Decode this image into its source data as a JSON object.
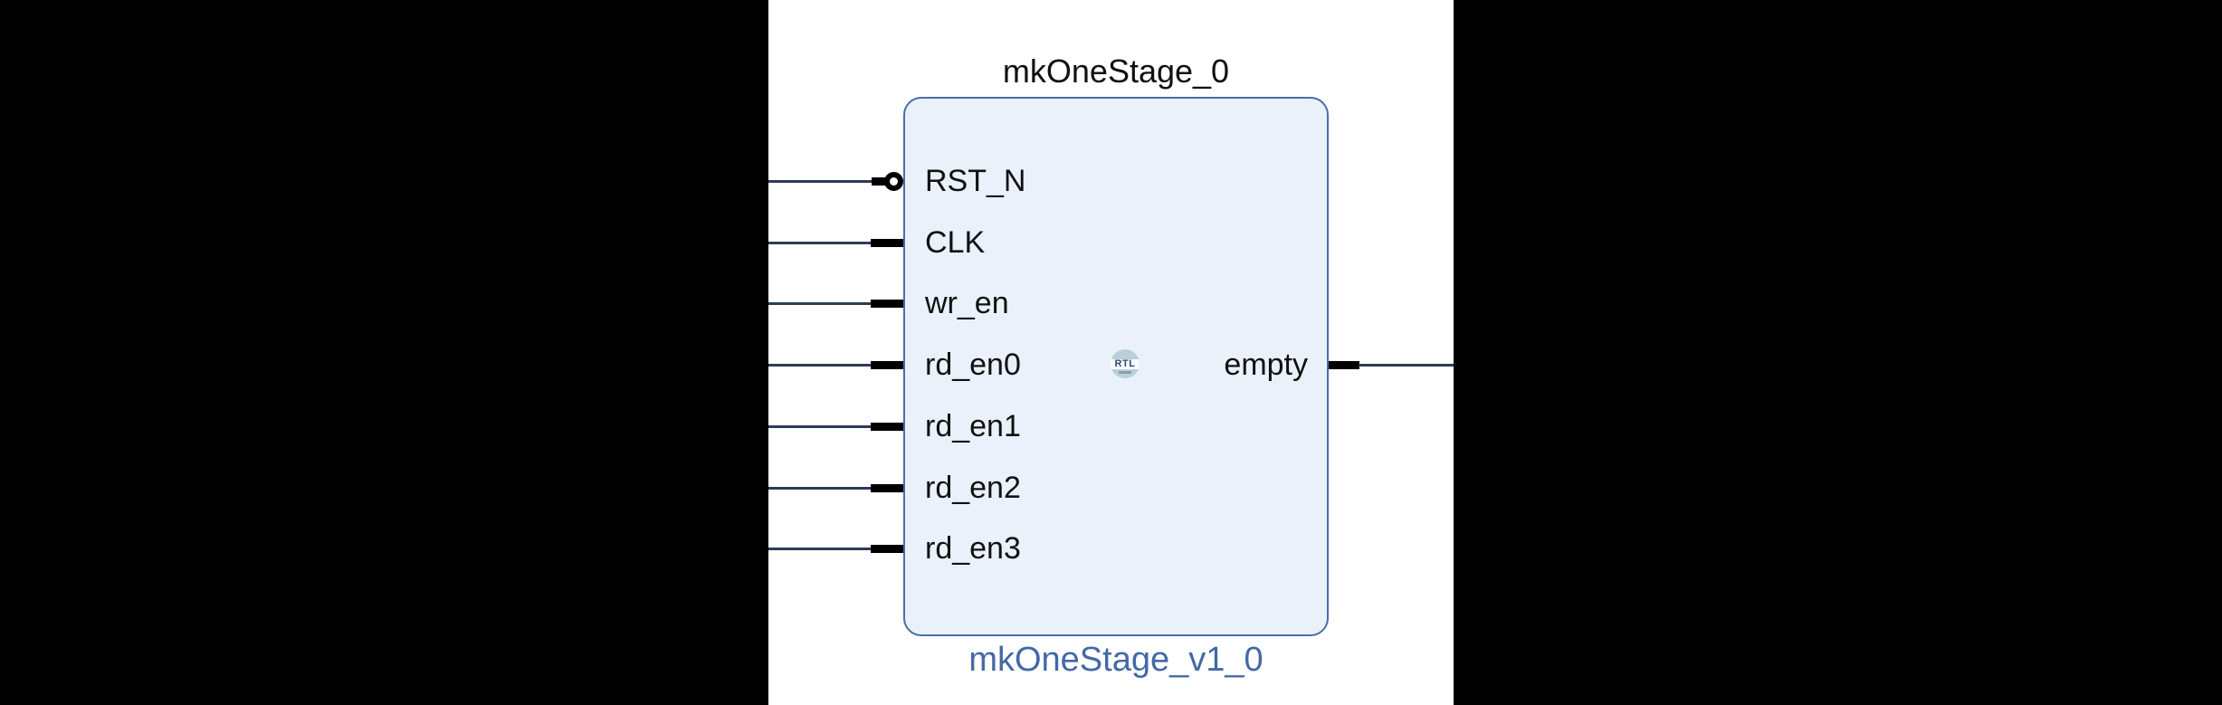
{
  "diagram": {
    "instance_name": "mkOneStage_0",
    "module_name": "mkOneStage_v1_0",
    "icon_label": "RTL",
    "inputs": [
      {
        "name": "RST_N",
        "inverted": true
      },
      {
        "name": "CLK",
        "inverted": false
      },
      {
        "name": "wr_en",
        "inverted": false
      },
      {
        "name": "rd_en0",
        "inverted": false
      },
      {
        "name": "rd_en1",
        "inverted": false
      },
      {
        "name": "rd_en2",
        "inverted": false
      },
      {
        "name": "rd_en3",
        "inverted": false
      }
    ],
    "outputs": [
      {
        "name": "empty"
      }
    ],
    "colors": {
      "block_fill": "#eaf1fb",
      "block_border": "#4a6da7",
      "instance_name_text": "#111111",
      "module_name_text": "#4468a8",
      "port_label_text": "#111111",
      "wire": "#2d3c55",
      "pin": "#000000",
      "icon_circle": "#b9cfda",
      "icon_text": "#2b4a79",
      "letterbox": "#000000"
    }
  }
}
